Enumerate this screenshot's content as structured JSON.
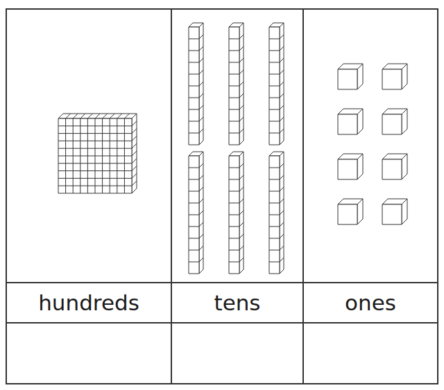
{
  "diagram": {
    "labels": [
      "hundreds",
      "tens",
      "ones"
    ]
  }
}
